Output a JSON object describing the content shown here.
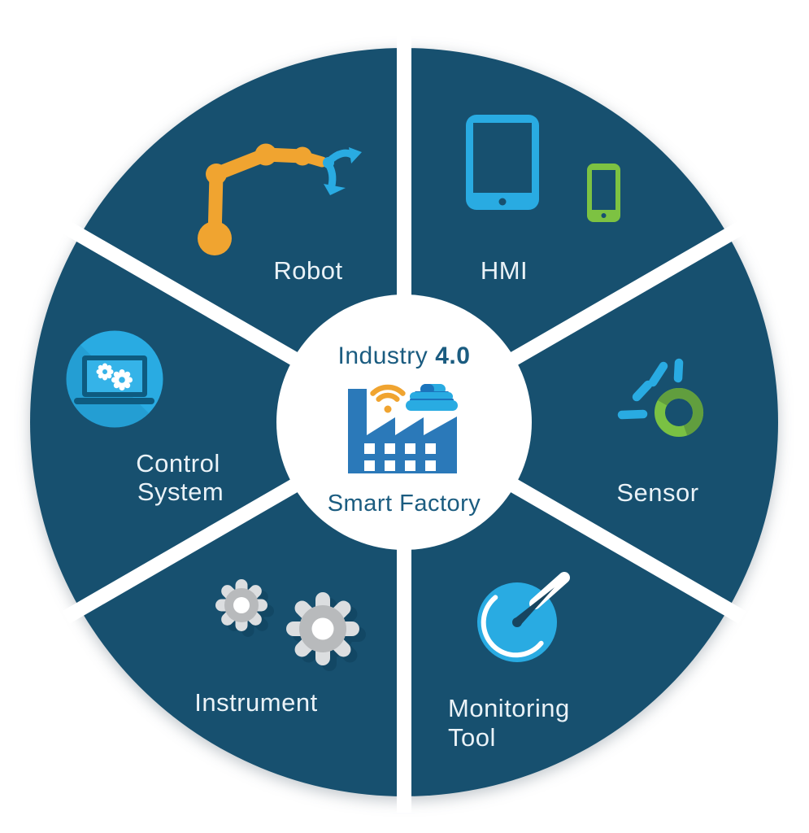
{
  "diagram_type": "segmented-wheel",
  "center": {
    "title_word": "Industry",
    "title_version": "4.0",
    "subtitle": "Smart Factory"
  },
  "segments": {
    "robot": {
      "label": "Robot",
      "icon": "robot-arm-icon"
    },
    "hmi": {
      "label": "HMI",
      "icons": [
        "tablet-icon",
        "smartphone-icon"
      ]
    },
    "sensor": {
      "label": "Sensor",
      "icon": "sensor-ring-icon"
    },
    "monitoring_tool": {
      "line1": "Monitoring",
      "line2": "Tool",
      "icon": "gauge-icon"
    },
    "instrument": {
      "label": "Instrument",
      "icon": "gears-icon"
    },
    "control_system": {
      "line1": "Control",
      "line2": "System",
      "icon": "laptop-gears-icon"
    }
  },
  "center_icons": [
    "factory-icon",
    "wifi-icon",
    "cloud-icon"
  ],
  "colors": {
    "background": "#FFFFFF",
    "segment_fill": "#17506F",
    "divider": "#FFFFFF",
    "label_text": "#EAF2F7",
    "center_text": "#1B5C80",
    "accent_light_blue": "#29ABE2",
    "accent_orange": "#F0A430",
    "accent_green": "#7AC143",
    "accent_green_dark": "#619E3E",
    "factory_blue": "#2B79B9",
    "cloud_line_blue": "#1B74BC",
    "gear_gray_light": "#DCDEE0",
    "gear_gray_mid": "#B8BABC",
    "icon_dark": "#17455F",
    "laptop_frame": "#0E5B80",
    "laptop_screen": "#35B3E8"
  }
}
